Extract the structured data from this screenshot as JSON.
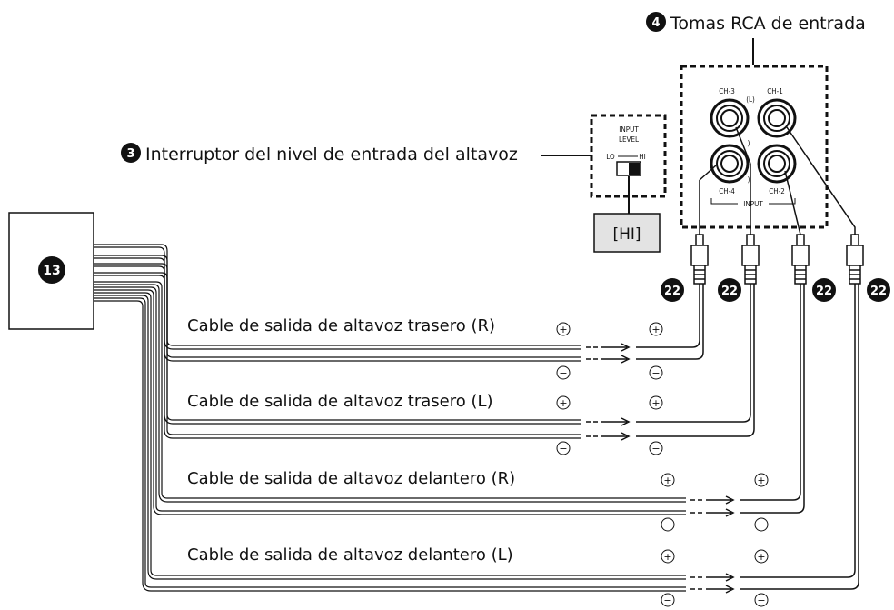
{
  "labels": {
    "rca_badge": "4",
    "rca_title": "Tomas RCA de entrada",
    "switch_badge": "3",
    "switch_title": "Interruptor del nivel de entrada del altavoz",
    "switch_input": "INPUT",
    "switch_level": "LEVEL",
    "switch_lo": "LO",
    "switch_hi": "HI",
    "hi_box": "[HI]",
    "unit_badge": "13",
    "ch3": "CH-3",
    "ch1": "CH-1",
    "ch4": "CH-4",
    "ch2": "CH-2",
    "jack_l": "(L)",
    "jack_r1": ")",
    "jack_r2": ")",
    "input": "INPUT",
    "plug_badge_1": "22",
    "plug_badge_2": "22",
    "plug_badge_3": "22",
    "plug_badge_4": "22",
    "cable_1": "Cable de salida de altavoz trasero (R)",
    "cable_2": "Cable de salida de altavoz trasero (L)",
    "cable_3": "Cable de salida de altavoz delantero (R)",
    "cable_4": "Cable de salida de altavoz delantero (L)",
    "plus": "+",
    "minus": "−"
  }
}
